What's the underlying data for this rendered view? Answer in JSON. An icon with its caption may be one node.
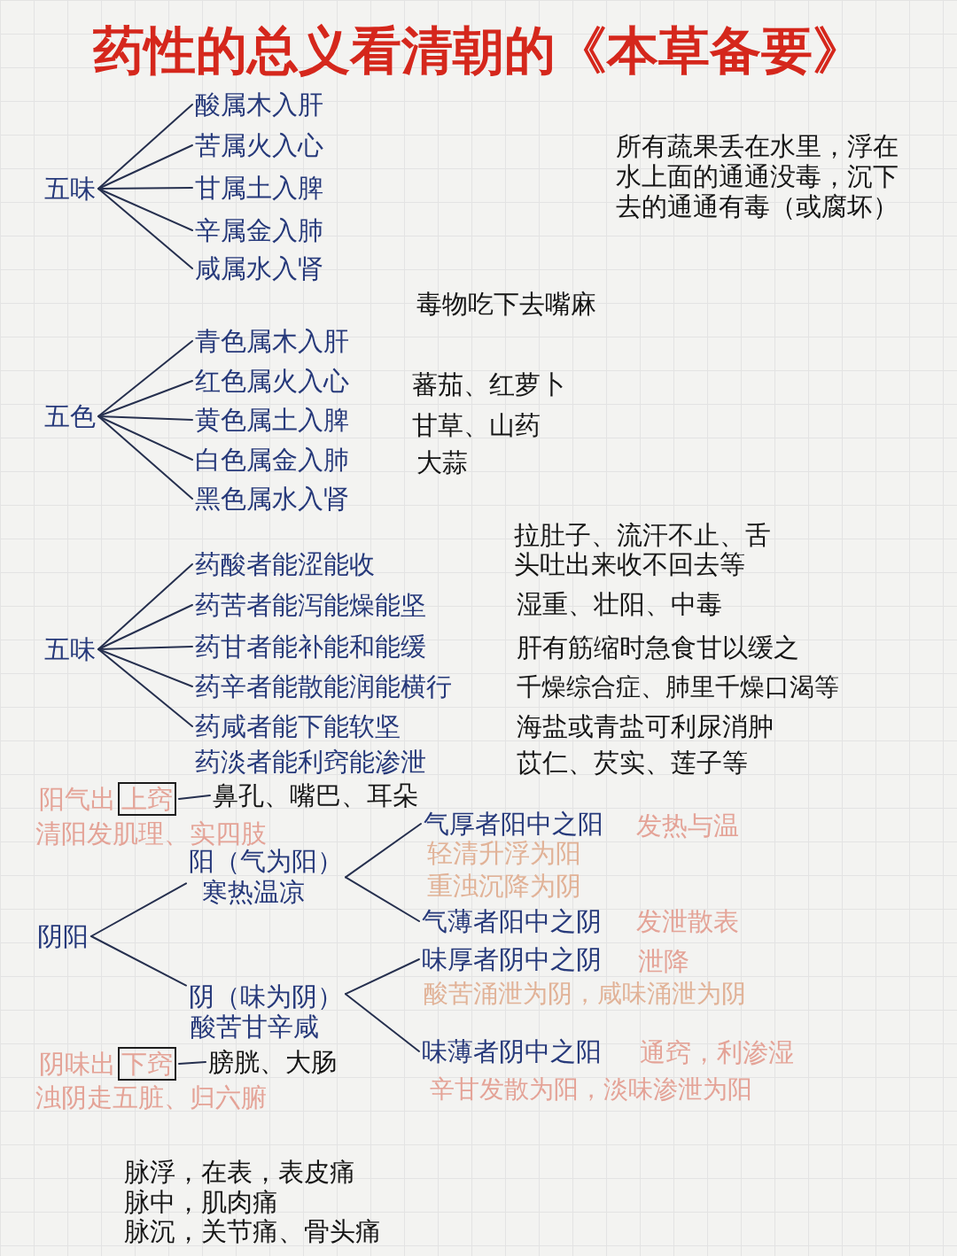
{
  "diagram": {
    "title": "药性的总义看清朝的《本草备要》",
    "nodes": [
      {
        "text": [
          "五味"
        ]
      },
      {
        "text": [
          "酸属木入肝"
        ]
      },
      {
        "text": [
          "苦属火入心"
        ]
      },
      {
        "text": [
          "甘属土入脾"
        ]
      },
      {
        "text": [
          "辛属金入肺"
        ]
      },
      {
        "text": [
          "咸属水入肾"
        ]
      },
      {
        "text": [
          "五色"
        ]
      },
      {
        "text": [
          "青色属木入肝"
        ]
      },
      {
        "text": [
          "红色属火入心"
        ]
      },
      {
        "text": [
          "黄色属土入脾"
        ]
      },
      {
        "text": [
          "白色属金入肺"
        ]
      },
      {
        "text": [
          "黑色属水入肾"
        ]
      },
      {
        "text": [
          "五味"
        ]
      },
      {
        "text": [
          "药酸者能涩能收"
        ]
      },
      {
        "text": [
          "药苦者能泻能燥能坚"
        ]
      },
      {
        "text": [
          "药甘者能补能和能缓"
        ]
      },
      {
        "text": [
          "药辛者能散能润能横行"
        ]
      },
      {
        "text": [
          "药咸者能下能软坚"
        ]
      },
      {
        "text": [
          "上窍"
        ],
        "beside": [
          "阳气出"
        ]
      },
      {
        "text": [
          "鼻孔、嘴巴、耳朵"
        ]
      },
      {
        "text": [
          "阴阳"
        ]
      },
      {
        "text": [
          "阳（气为阳）",
          "寒热温凉"
        ]
      },
      {
        "text": [
          "气厚者阳中之阳"
        ],
        "beside": [
          "发热与温"
        ]
      },
      {
        "text": [
          "气薄者阳中之阴"
        ],
        "beside": [
          "发泄散表"
        ]
      },
      {
        "text": [
          "阴（味为阴）",
          "酸苦甘辛咸"
        ]
      },
      {
        "text": [
          "味厚者阴中之阴"
        ],
        "beside": [
          "泄降"
        ]
      },
      {
        "text": [
          "味薄者阴中之阳"
        ],
        "beside": [
          "通窍，利渗湿"
        ]
      },
      {
        "text": [
          "下窍"
        ],
        "beside": [
          "阴味出"
        ]
      },
      {
        "text": [
          "膀胱、大肠"
        ]
      }
    ],
    "edges": [
      {
        "from": 0,
        "to": 1,
        "arrow": "none"
      },
      {
        "from": 0,
        "to": 2,
        "arrow": "none"
      },
      {
        "from": 0,
        "to": 3,
        "arrow": "none"
      },
      {
        "from": 0,
        "to": 4,
        "arrow": "none"
      },
      {
        "from": 0,
        "to": 5,
        "arrow": "none"
      },
      {
        "from": 6,
        "to": 7,
        "arrow": "none"
      },
      {
        "from": 6,
        "to": 8,
        "arrow": "none"
      },
      {
        "from": 6,
        "to": 9,
        "arrow": "none"
      },
      {
        "from": 6,
        "to": 10,
        "arrow": "none"
      },
      {
        "from": 6,
        "to": 11,
        "arrow": "none"
      },
      {
        "from": 12,
        "to": 13,
        "arrow": "none"
      },
      {
        "from": 12,
        "to": 14,
        "arrow": "none"
      },
      {
        "from": 12,
        "to": 15,
        "arrow": "none"
      },
      {
        "from": 12,
        "to": 16,
        "arrow": "none"
      },
      {
        "from": 12,
        "to": 17,
        "arrow": "none"
      },
      {
        "from": 18,
        "to": 19,
        "arrow": "none"
      },
      {
        "from": 20,
        "to": 21,
        "arrow": "none"
      },
      {
        "from": 20,
        "to": 24,
        "arrow": "none"
      },
      {
        "from": 21,
        "to": 22,
        "arrow": "none"
      },
      {
        "from": 21,
        "to": 23,
        "arrow": "none"
      },
      {
        "from": 24,
        "to": 25,
        "arrow": "none"
      },
      {
        "from": 24,
        "to": 26,
        "arrow": "none"
      },
      {
        "from": 27,
        "to": 28,
        "arrow": "none"
      }
    ],
    "labels": [
      "所有蔬果丢在水里，浮在水上面的通通没毒，沉下去的通通有毒（或腐坏）",
      "毒物吃下去嘴麻",
      "蕃茄、红萝卜",
      "甘草、山药",
      "大蒜",
      "拉肚子、流汗不止、舌头吐出来收不回去等",
      "湿重、壮阳、中毒",
      "肝有筋缩时急食甘以缓之",
      "千燥综合症、肺里千燥口渴等",
      "海盐或青盐可利尿消肿",
      "药淡者能利窍能渗泄",
      "苡仁、芡实、莲子等",
      "清阳发肌理、实四肢",
      "轻清升浮为阳",
      "重浊沉降为阴",
      "酸苦涌泄为阴，咸味涌泄为阴",
      "辛甘发散为阳，淡味渗泄为阳",
      "浊阴走五脏、归六腑",
      "脉浮，在表，表皮痛",
      "脉中，肌肉痛",
      "脉沉，关节痛、骨头痛"
    ]
  }
}
